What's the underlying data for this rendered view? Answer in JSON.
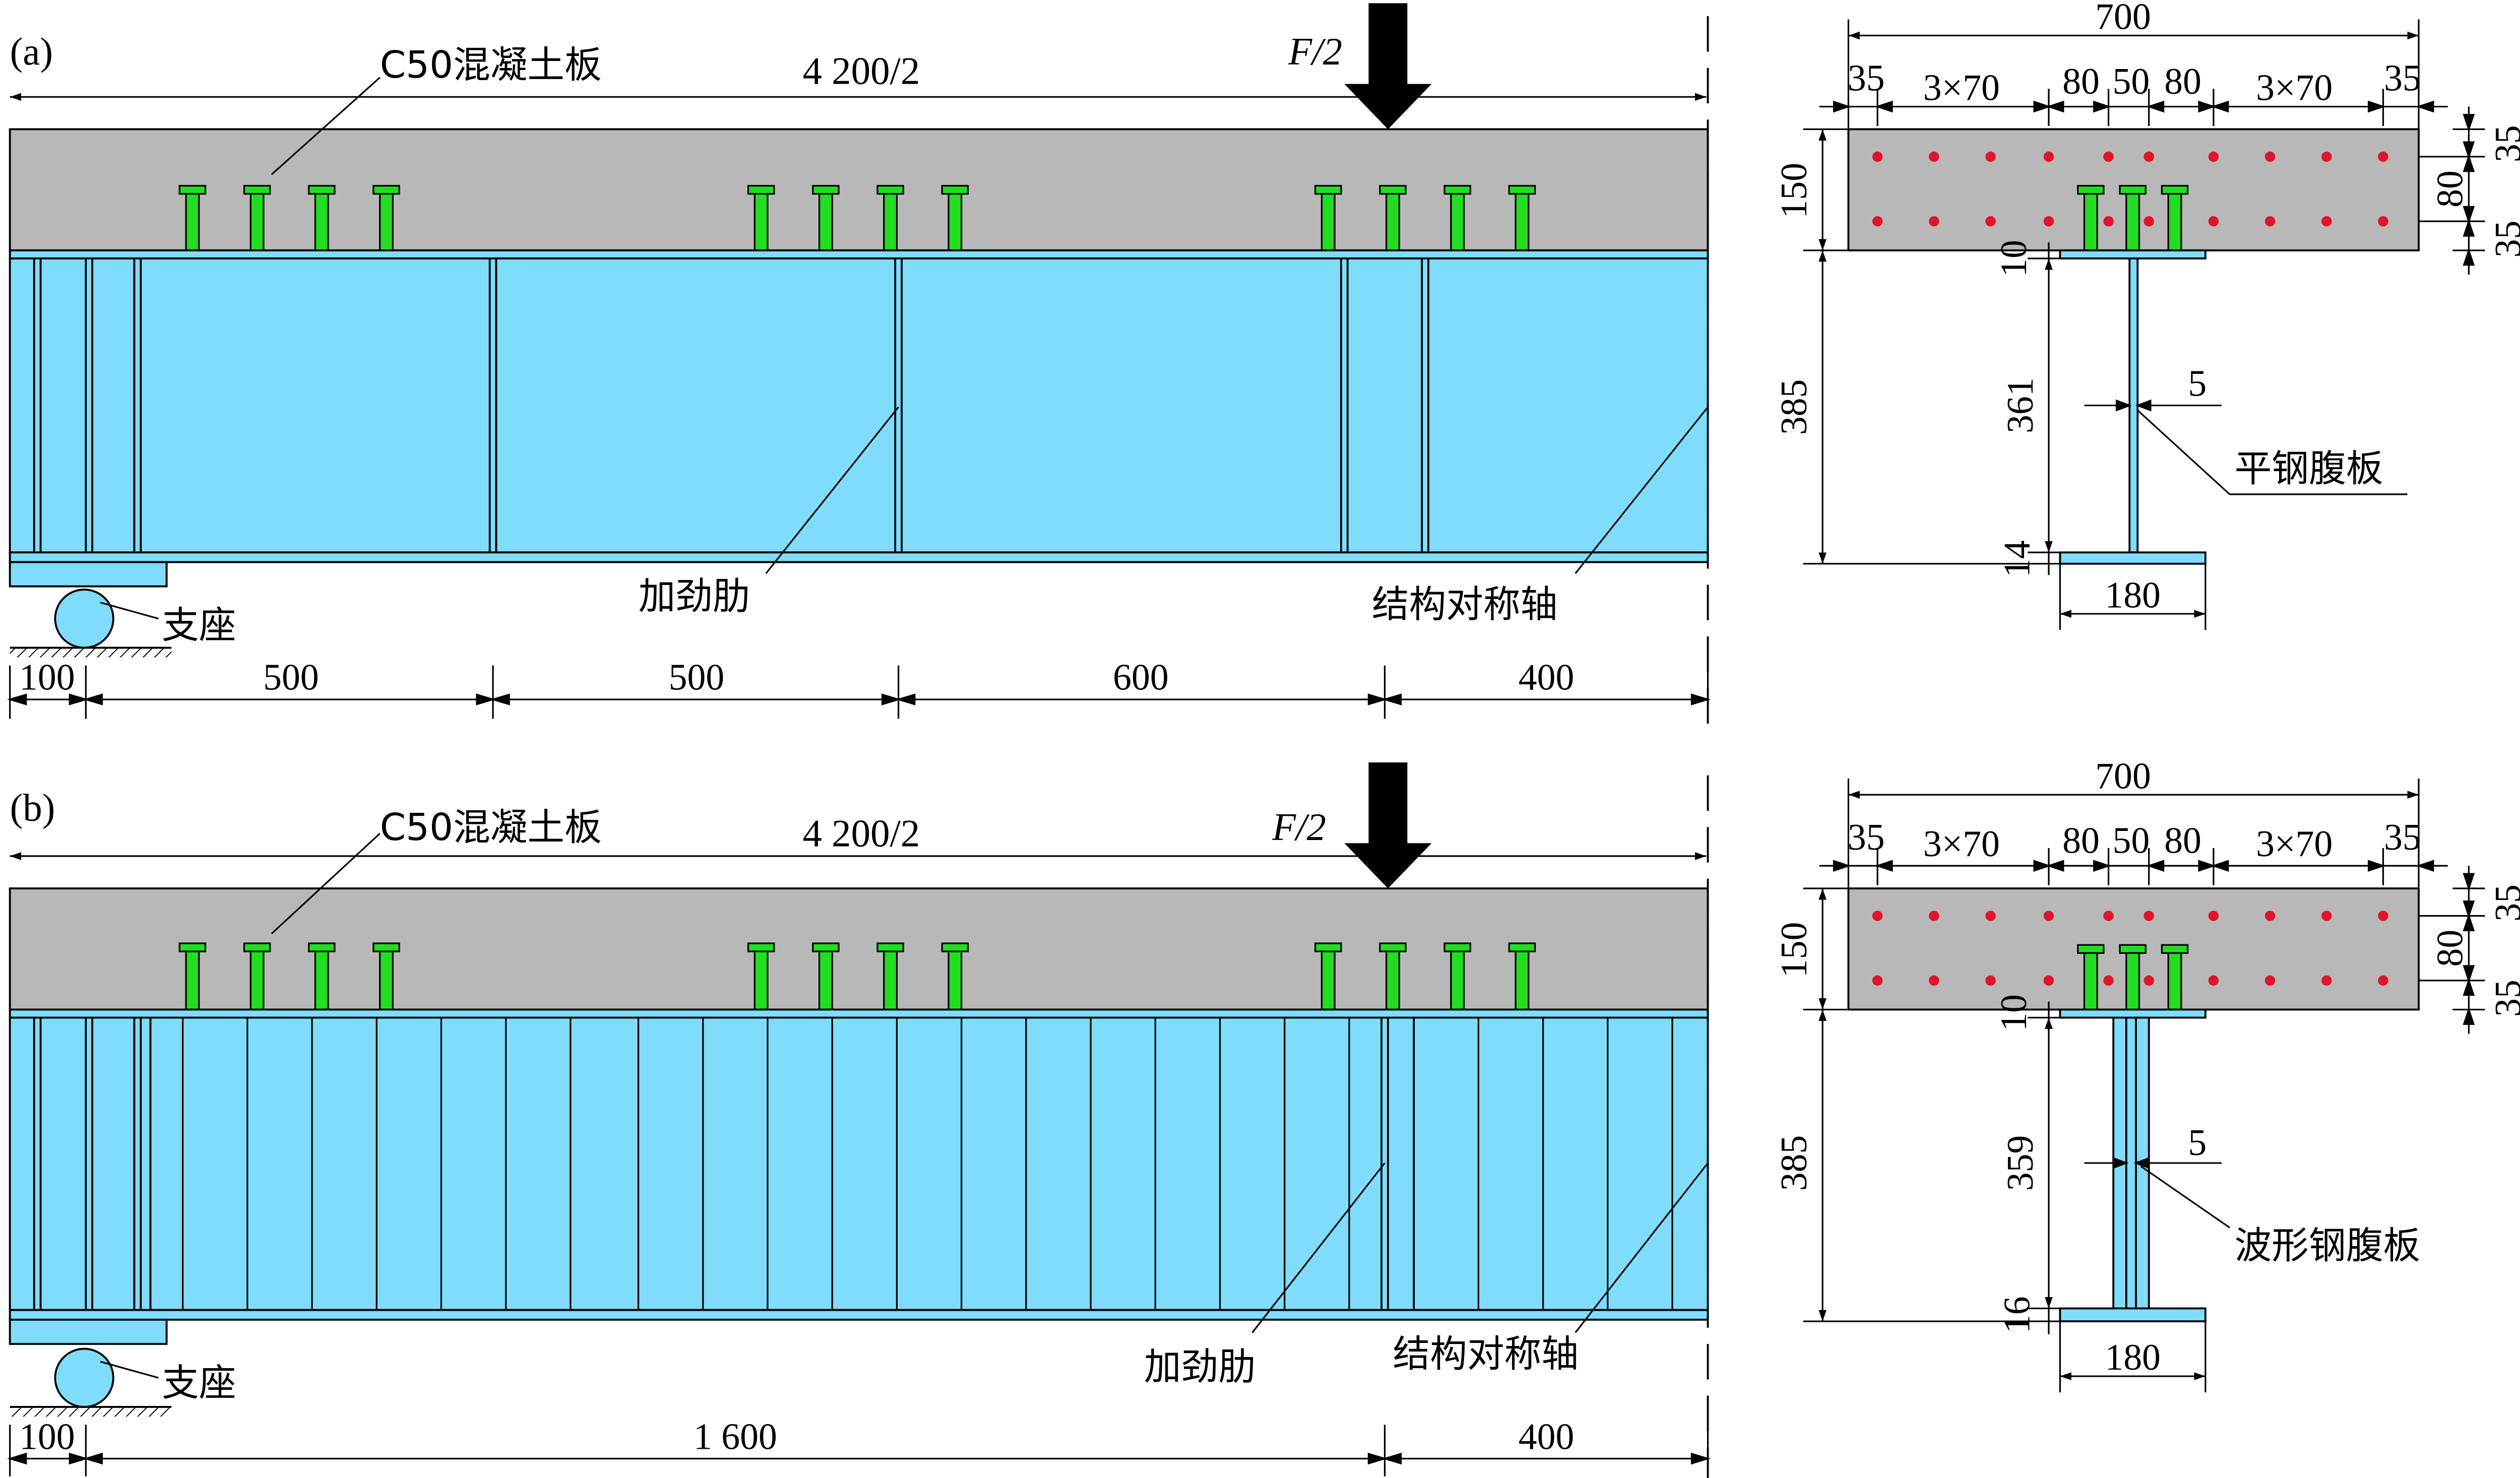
{
  "panels": [
    {
      "id": "a",
      "label": "(a)",
      "elevation": {
        "slab_label": "C50混凝土板",
        "half_length": "4 200/2",
        "load": "F/2",
        "stiffener_label": "加劲肋",
        "support_label": "支座",
        "axis_label": "结构对称轴",
        "spans": [
          "100",
          "500",
          "500",
          "600",
          "400"
        ]
      },
      "section": {
        "width": "700",
        "spacing": [
          "35",
          "3×70",
          "80",
          "50",
          "80",
          "3×70",
          "35"
        ],
        "slab_depth": "150",
        "right_dims": [
          "35",
          "80",
          "35"
        ],
        "flange_top": "10",
        "girder_depth": "385",
        "web_height": "361",
        "web_thickness": "5",
        "flange_bottom": "14",
        "flange_width": "180",
        "web_label": "平钢腹板"
      }
    },
    {
      "id": "b",
      "label": "(b)",
      "elevation": {
        "slab_label": "C50混凝土板",
        "half_length": "4 200/2",
        "load": "F/2",
        "stiffener_label": "加劲肋",
        "support_label": "支座",
        "axis_label": "结构对称轴",
        "spans": [
          "100",
          "1 600",
          "400"
        ]
      },
      "section": {
        "width": "700",
        "spacing": [
          "35",
          "3×70",
          "80",
          "50",
          "80",
          "3×70",
          "35"
        ],
        "slab_depth": "150",
        "right_dims": [
          "35",
          "80",
          "35"
        ],
        "flange_top": "10",
        "girder_depth": "385",
        "web_height": "359",
        "web_thickness": "5",
        "flange_bottom": "16",
        "flange_width": "180",
        "web_label": "波形钢腹板"
      }
    }
  ],
  "colors": {
    "concrete": "#b8b8b8",
    "steel": "#7fdcfa",
    "stud": "#22dd22",
    "rebar_dot": "#e0152a"
  }
}
